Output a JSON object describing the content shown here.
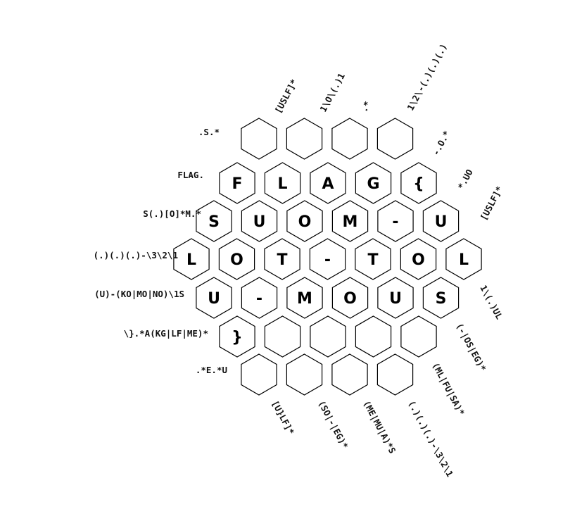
{
  "puzzle": {
    "rows": [
      [
        "",
        "",
        "",
        ""
      ],
      [
        "F",
        "L",
        "A",
        "G",
        "{"
      ],
      [
        "S",
        "U",
        "O",
        "M",
        "-",
        "U"
      ],
      [
        "L",
        "O",
        "T",
        "-",
        "T",
        "O",
        "L"
      ],
      [
        "U",
        "-",
        "M",
        "O",
        "U",
        "S"
      ],
      [
        "}",
        "",
        "",
        "",
        ""
      ],
      [
        "",
        "",
        "",
        ""
      ]
    ],
    "left_clues": [
      ".S.*",
      "FLAG.",
      "S(.)[O]*M.*",
      "(.)(.)(.)-\\3\\2\\1",
      "(U)-(KO|MO|NO)\\1S",
      "\\}.*A(KG|LF|ME)*",
      ".*E.*U"
    ],
    "top_clues": [
      "[USLF]*",
      "1\\O\\(.)1",
      ".*",
      "1\\2\\-(.)(.)(.)",
      "-.O.*",
      "*.UO",
      "[USLF]*"
    ],
    "bottom_clues": [
      "[U}LF]*",
      "(SO|-|EG)*",
      "(ME|MU|A)*S",
      "(.)(.)(.)-\\3\\2\\1",
      "(ML|FU|SA)*",
      "(-|OS|EG)*",
      "1\\(.)UL"
    ]
  }
}
